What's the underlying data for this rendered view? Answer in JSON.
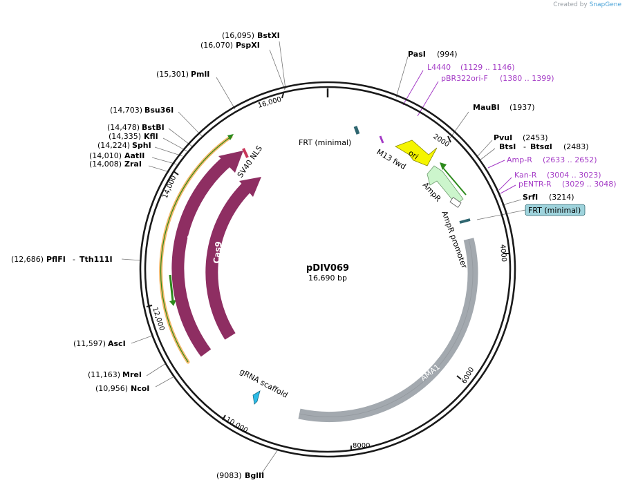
{
  "credit": {
    "prefix": "Created by",
    "brand": "SnapGene"
  },
  "plasmid": {
    "name": "pDIV069",
    "size_label": "16,690 bp"
  },
  "ticks": [
    "2000",
    "4000",
    "6000",
    "8000",
    "10,000",
    "12,000",
    "14,000",
    "16,000"
  ],
  "sites_right": [
    {
      "pos": "(994)",
      "name": "PasI"
    },
    {
      "pos": "(1937)",
      "name": "MauBI"
    },
    {
      "pos": "(2453)",
      "name": "PvuI"
    },
    {
      "pos": "(2483)",
      "name": "BtsI",
      "alt": "BtsαI"
    },
    {
      "pos": "(3214)",
      "name": "SrfI"
    }
  ],
  "primers": [
    {
      "name": "L4440",
      "range": "(1129 .. 1146)"
    },
    {
      "name": "pBR322ori-F",
      "range": "(1380 .. 1399)"
    },
    {
      "name": "Amp-R",
      "range": "(2633 .. 2652)"
    },
    {
      "name": "Kan-R",
      "range": "(3004 .. 3023)"
    },
    {
      "name": "pENTR-R",
      "range": "(3029 .. 3048)"
    }
  ],
  "sites_left": [
    {
      "pos": "(16,095)",
      "name": "BstXI"
    },
    {
      "pos": "(16,070)",
      "name": "PspXI"
    },
    {
      "pos": "(15,301)",
      "name": "PmlI"
    },
    {
      "pos": "(14,703)",
      "name": "Bsu36I"
    },
    {
      "pos": "(14,478)",
      "name": "BstBI"
    },
    {
      "pos": "(14,335)",
      "name": "KflI"
    },
    {
      "pos": "(14,224)",
      "name": "SphI"
    },
    {
      "pos": "(14,010)",
      "name": "AatII"
    },
    {
      "pos": "(14,008)",
      "name": "ZraI"
    },
    {
      "pos": "(12,686)",
      "name": "PflFI",
      "alt": "Tth111I"
    },
    {
      "pos": "(11,597)",
      "name": "AscI"
    },
    {
      "pos": "(11,163)",
      "name": "MreI"
    },
    {
      "pos": "(10,956)",
      "name": "NcoI"
    },
    {
      "pos": "(9083)",
      "name": "BglII"
    }
  ],
  "features": {
    "frt_top": "FRT (minimal)",
    "frt_box": "FRT (minimal)",
    "m13": "M13 fwd",
    "ori": "ori",
    "ampr": "AmpR",
    "ampr_promoter": "AmpR promoter",
    "ama1": "AMA1",
    "grna": "gRNA scaffold",
    "cas9_outer": "Cas9",
    "cas9_inner": "Cas9",
    "sv40": "SV40 NLS"
  },
  "colors": {
    "backbone": "#1a1a1a",
    "cas9": "#8e2e62",
    "ama1": "#a3a9af",
    "ori": "#f5f500",
    "ampr": "#ccf5cc",
    "primer": "#a43bc6",
    "frt": "#2f6670",
    "grna": "#2bbbe6",
    "orf_outline": "#f3b86a",
    "orf_arrow": "#2d8a1c"
  }
}
